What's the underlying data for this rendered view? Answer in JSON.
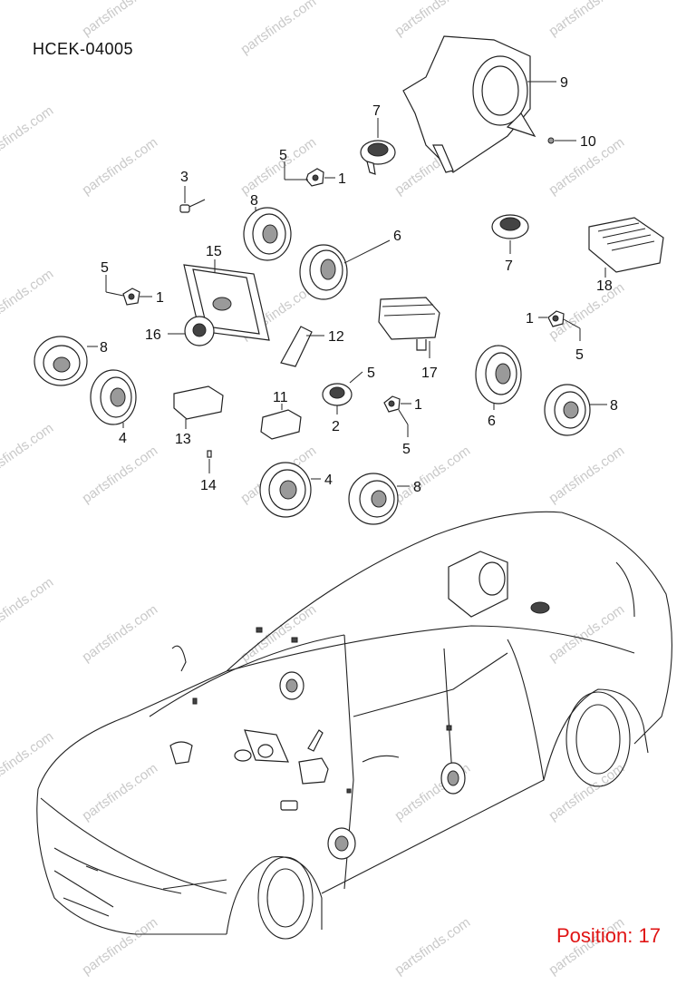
{
  "diagram": {
    "code": "HCEK-04005",
    "position_label": "Position: 17",
    "watermark": "partsfinds.com",
    "callouts": [
      {
        "id": "c9",
        "label": "9"
      },
      {
        "id": "c10",
        "label": "10"
      },
      {
        "id": "c7a",
        "label": "7"
      },
      {
        "id": "c5a",
        "label": "5"
      },
      {
        "id": "c1a",
        "label": "1"
      },
      {
        "id": "c3",
        "label": "3"
      },
      {
        "id": "c8a",
        "label": "8"
      },
      {
        "id": "c6a",
        "label": "6"
      },
      {
        "id": "c7b",
        "label": "7"
      },
      {
        "id": "c18",
        "label": "18"
      },
      {
        "id": "c15",
        "label": "15"
      },
      {
        "id": "c5b",
        "label": "5"
      },
      {
        "id": "c1b",
        "label": "1"
      },
      {
        "id": "c16",
        "label": "16"
      },
      {
        "id": "c12",
        "label": "12"
      },
      {
        "id": "c17",
        "label": "17"
      },
      {
        "id": "c1c",
        "label": "1"
      },
      {
        "id": "c5c",
        "label": "5"
      },
      {
        "id": "c8b",
        "label": "8"
      },
      {
        "id": "c4a",
        "label": "4"
      },
      {
        "id": "c13",
        "label": "13"
      },
      {
        "id": "c11",
        "label": "11"
      },
      {
        "id": "c5d",
        "label": "5"
      },
      {
        "id": "c2",
        "label": "2"
      },
      {
        "id": "c1d",
        "label": "1"
      },
      {
        "id": "c5e",
        "label": "5"
      },
      {
        "id": "c6b",
        "label": "6"
      },
      {
        "id": "c8c",
        "label": "8"
      },
      {
        "id": "c14",
        "label": "14"
      },
      {
        "id": "c4b",
        "label": "4"
      },
      {
        "id": "c8d",
        "label": "8"
      }
    ]
  }
}
